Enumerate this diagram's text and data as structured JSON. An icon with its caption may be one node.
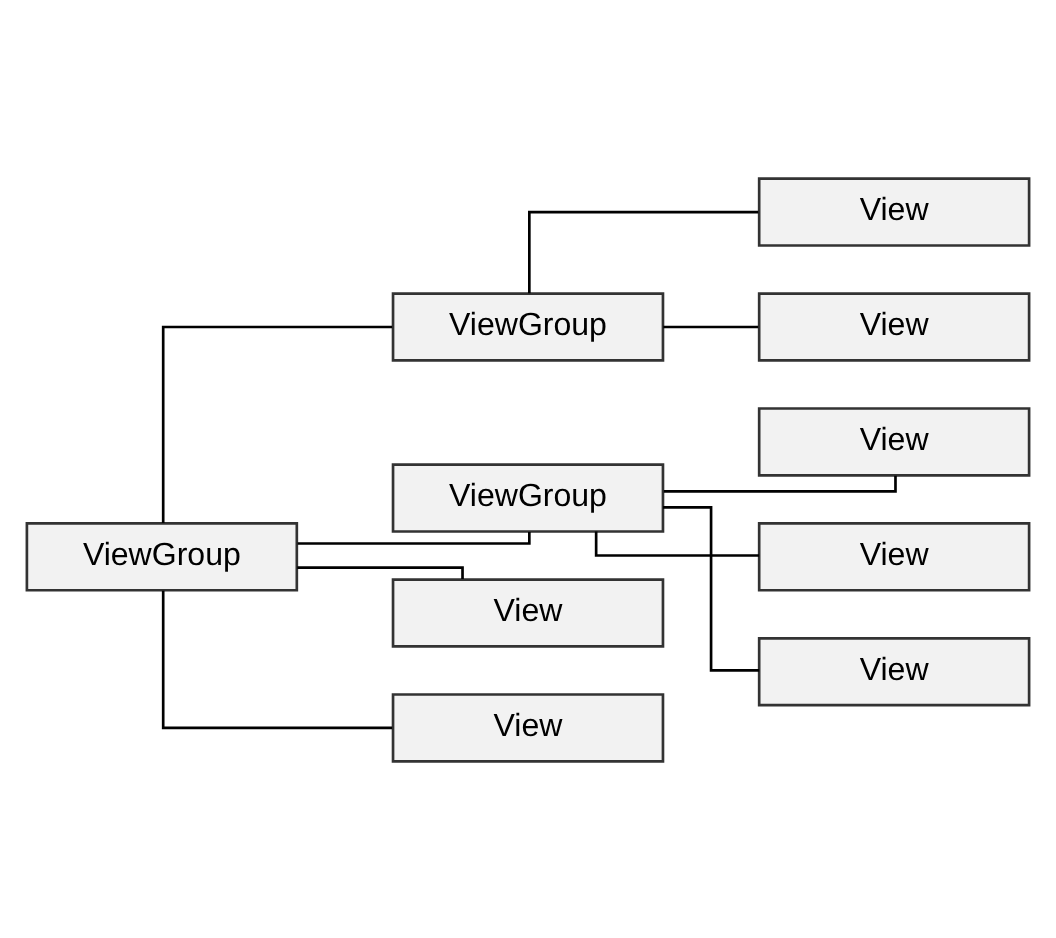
{
  "diagram": {
    "nodes": [
      {
        "text": [
          "ViewGroup"
        ]
      },
      {
        "text": [
          "ViewGroup"
        ]
      },
      {
        "text": [
          "View"
        ]
      },
      {
        "text": [
          "View"
        ]
      },
      {
        "text": [
          "ViewGroup"
        ]
      },
      {
        "text": [
          "View"
        ]
      },
      {
        "text": [
          "View"
        ]
      },
      {
        "text": [
          "View"
        ]
      },
      {
        "text": [
          "View"
        ]
      },
      {
        "text": [
          "View"
        ]
      }
    ],
    "edges": [
      {
        "from": 0,
        "to": 1,
        "arrow": "none"
      },
      {
        "from": 1,
        "to": 2,
        "arrow": "none"
      },
      {
        "from": 1,
        "to": 3,
        "arrow": "none"
      },
      {
        "from": 0,
        "to": 4,
        "arrow": "none"
      },
      {
        "from": 4,
        "to": 5,
        "arrow": "none"
      },
      {
        "from": 4,
        "to": 6,
        "arrow": "none"
      },
      {
        "from": 4,
        "to": 7,
        "arrow": "none"
      },
      {
        "from": 0,
        "to": 8,
        "arrow": "none"
      },
      {
        "from": 0,
        "to": 9,
        "arrow": "none"
      }
    ]
  }
}
